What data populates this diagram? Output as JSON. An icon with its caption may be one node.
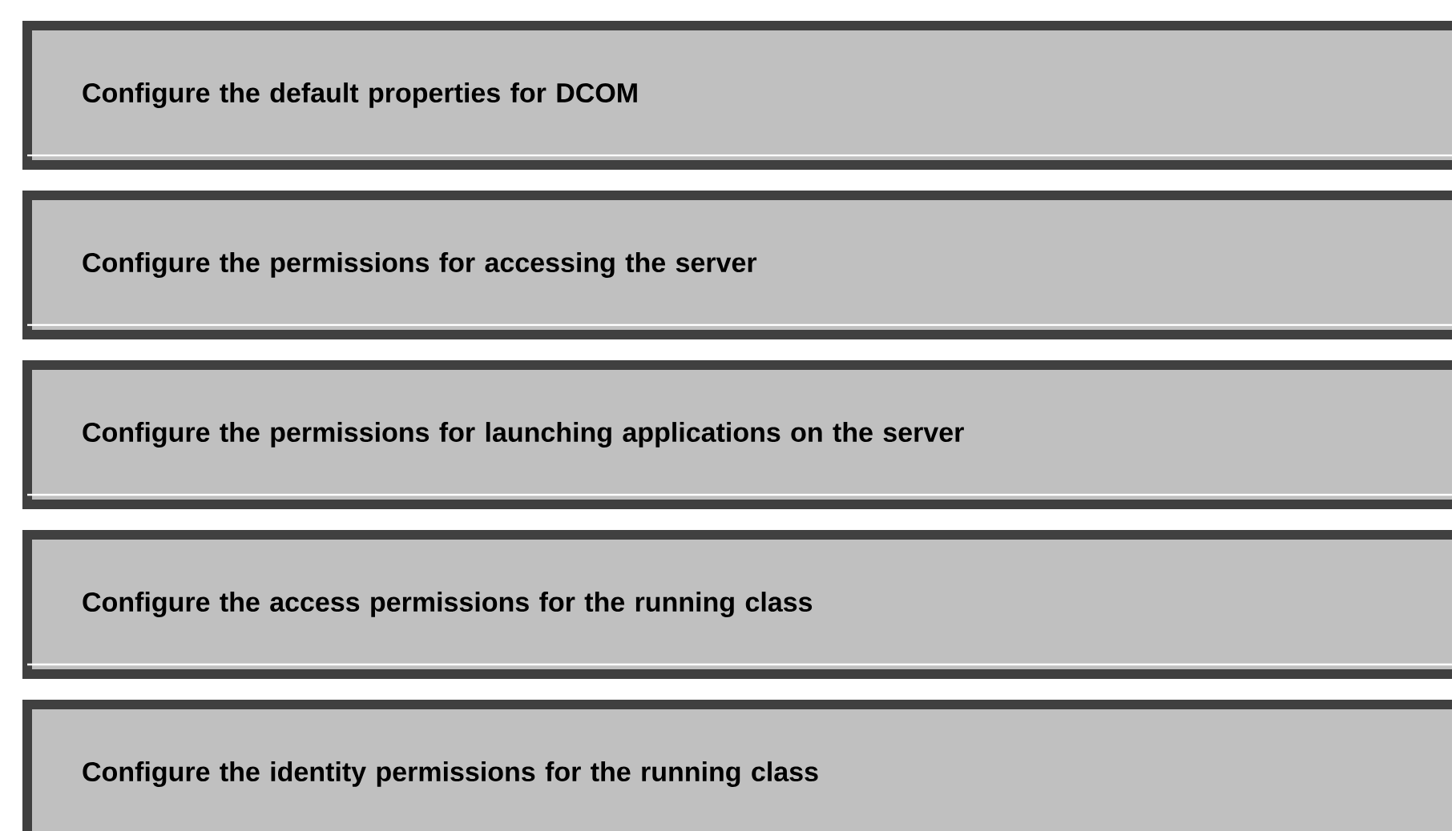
{
  "diagram": {
    "nodes": [
      {
        "text": [
          "Configure the default properties for DCOM"
        ]
      },
      {
        "text": [
          "Configure the permissions for accessing the server"
        ]
      },
      {
        "text": [
          "Configure the permissions for launching applications on the server"
        ]
      },
      {
        "text": [
          "Configure the access permissions for the running class"
        ]
      },
      {
        "text": [
          "Configure the identity permissions for the running class"
        ]
      }
    ]
  }
}
